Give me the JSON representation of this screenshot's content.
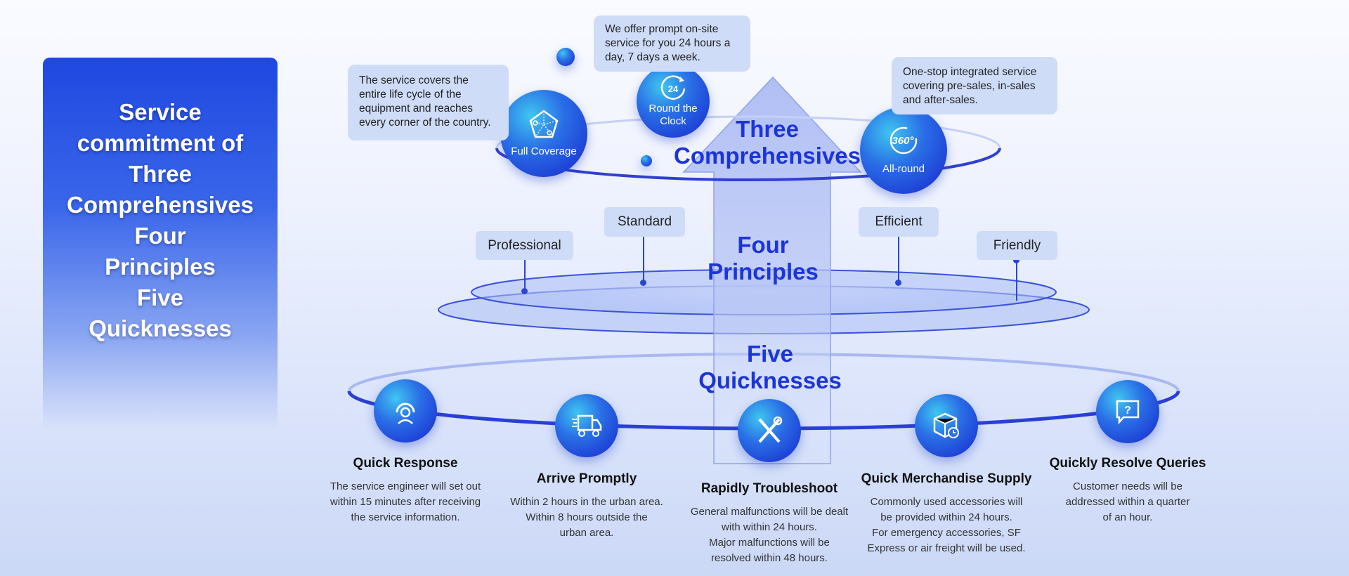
{
  "panel": {
    "title_lines": [
      "Service",
      "commitment of",
      "Three",
      "Comprehensives",
      "Four",
      "Principles",
      "Five",
      "Quicknesses"
    ]
  },
  "three": {
    "heading_lines": [
      "Three",
      "Comprehensives"
    ],
    "items": [
      {
        "label": "Full Coverage",
        "icon": "pentagon-network-icon",
        "bubble": "The service covers the entire life cycle of the equipment and reaches every corner of the country."
      },
      {
        "label": "Round the Clock",
        "icon": "clock-24-icon",
        "bubble": "We offer prompt on-site service for you 24 hours a day, 7 days a week."
      },
      {
        "label": "All-round",
        "icon": "360-icon",
        "bubble": "One-stop integrated service covering pre-sales, in-sales and after-sales."
      }
    ]
  },
  "four": {
    "heading_lines": [
      "Four",
      "Principles"
    ],
    "tags": [
      "Professional",
      "Standard",
      "Efficient",
      "Friendly"
    ]
  },
  "five": {
    "heading_lines": [
      "Five",
      "Quicknesses"
    ],
    "items": [
      {
        "title": "Quick Response",
        "icon": "headset-icon",
        "desc": "The service engineer will set out\nwithin 15 minutes after receiving\nthe service information."
      },
      {
        "title": "Arrive Promptly",
        "icon": "truck-icon",
        "desc": "Within 2 hours in the urban area.\nWithin 8 hours outside the\nurban area."
      },
      {
        "title": "Rapidly Troubleshoot",
        "icon": "tools-icon",
        "desc": "General malfunctions will be dealt\nwith within 24 hours.\nMajor malfunctions will be\nresolved within 48 hours."
      },
      {
        "title": "Quick Merchandise Supply",
        "icon": "package-clock-icon",
        "desc": "Commonly used accessories will\nbe provided within 24 hours.\nFor emergency accessories, SF\nExpress or air freight will be used."
      },
      {
        "title": "Quickly Resolve Queries",
        "icon": "question-chat-icon",
        "desc": "Customer needs will be\naddressed within a quarter\nof an hour."
      }
    ]
  },
  "colors": {
    "accent": "#1c35d8",
    "bubble": "#cfdcf8",
    "panel": "#1e48e0"
  }
}
